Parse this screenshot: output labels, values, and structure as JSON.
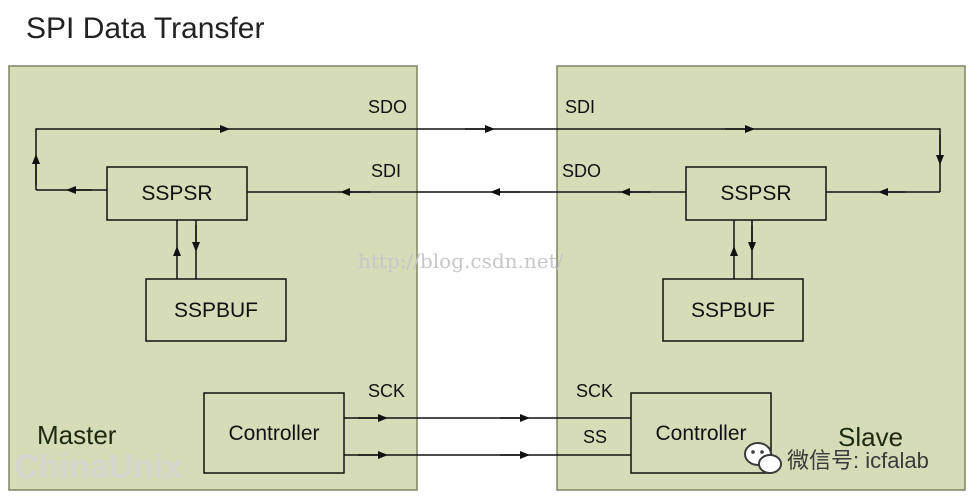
{
  "title": "SPI Data Transfer",
  "master": {
    "label": "Master",
    "shift_register": "SSPSR",
    "buffer": "SSPBUF",
    "controller": "Controller",
    "out_label": "SDO",
    "in_label": "SDI",
    "clock_label": "SCK"
  },
  "slave": {
    "label": "Slave",
    "shift_register": "SSPSR",
    "buffer": "SSPBUF",
    "controller": "Controller",
    "in_label": "SDI",
    "out_label": "SDO",
    "clock_label": "SCK",
    "select_label": "SS"
  },
  "watermarks": {
    "url": "http://blog.csdn.net/",
    "brand": "ChinaUnix",
    "wechat": "微信号: icfalab"
  },
  "colors": {
    "panel_fill": "#d6dbb8",
    "panel_stroke": "#7d8460",
    "line": "#111111"
  }
}
